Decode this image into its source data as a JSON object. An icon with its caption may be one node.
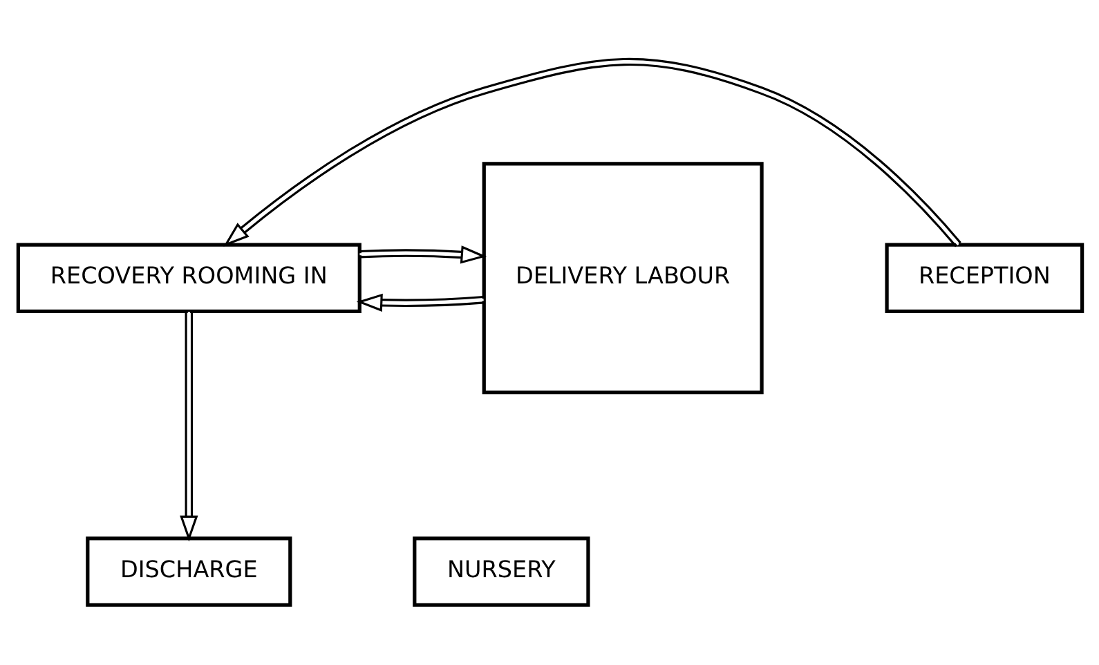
{
  "diagram": {
    "nodes": [
      {
        "text": [
          "DISCHARGE"
        ]
      },
      {
        "text": [
          "NURSERY"
        ]
      },
      {
        "text": [
          "RECEPTION"
        ]
      },
      {
        "text": [
          "RECOVERY ROOMING IN"
        ]
      },
      {
        "text": [
          "DELIVERY LABOUR"
        ]
      }
    ],
    "edges": [
      {
        "from": 2,
        "to": 3,
        "arrow": "to"
      },
      {
        "from": 4,
        "to": 3,
        "arrow": "to"
      },
      {
        "from": 3,
        "to": 4,
        "arrow": "to"
      },
      {
        "from": 3,
        "to": 0,
        "arrow": "to"
      }
    ]
  }
}
